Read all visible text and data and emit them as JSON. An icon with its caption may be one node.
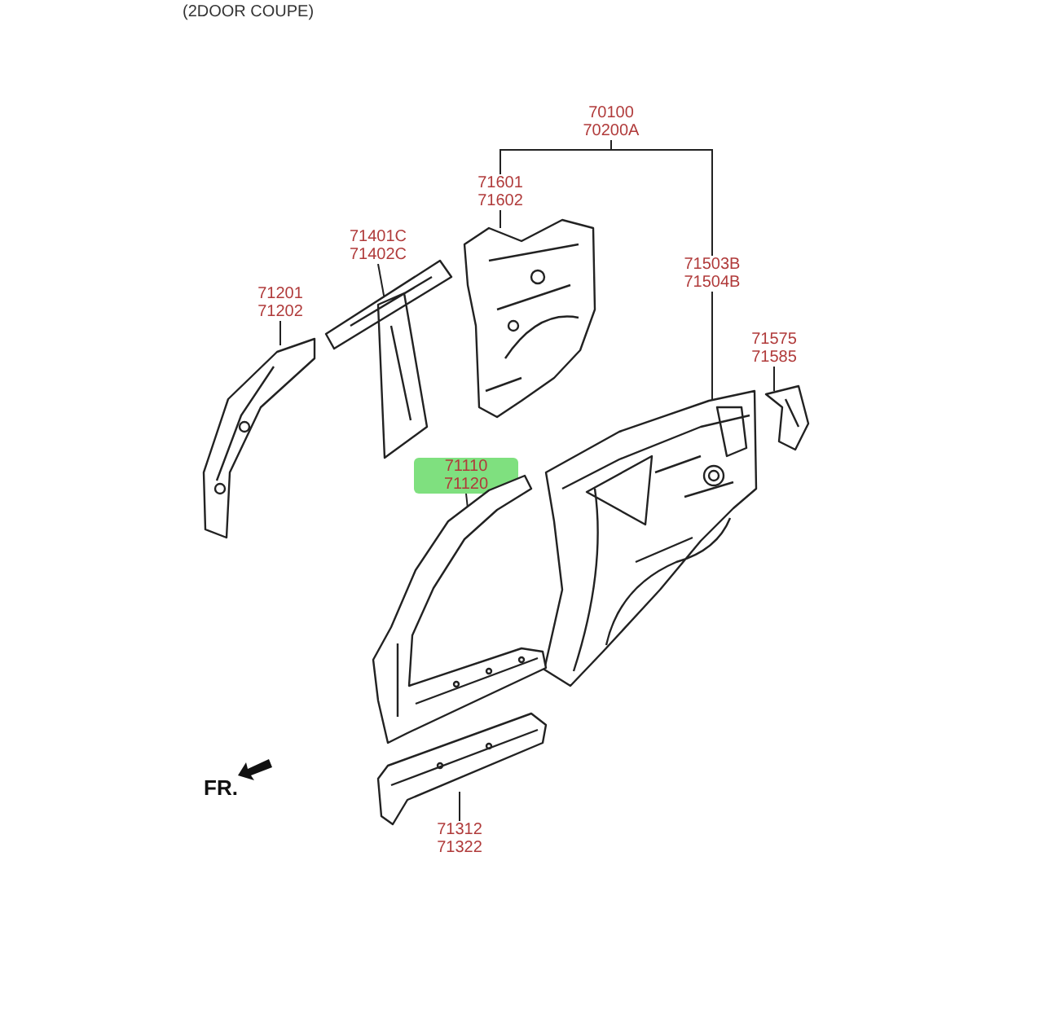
{
  "diagram": {
    "nodes": [
      {
        "text": [
          "70100 70200A"
        ]
      },
      {
        "text": [
          "71601 71602"
        ]
      },
      {
        "text": [
          "71401C 71402C"
        ]
      },
      {
        "text": [
          "71201 71202"
        ]
      },
      {
        "text": [
          "71503B 71504B"
        ]
      },
      {
        "text": [
          "71575 71585"
        ]
      },
      {
        "text": [
          "71110 71120"
        ]
      },
      {
        "text": [
          "71312 71322"
        ]
      },
      {
        "text": [],
        "shape": "picture"
      },
      {
        "text": [],
        "shape": "picture"
      },
      {
        "text": [],
        "shape": "picture"
      },
      {
        "text": [],
        "shape": "picture"
      },
      {
        "text": [],
        "shape": "picture"
      },
      {
        "text": [],
        "shape": "picture"
      },
      {
        "text": [],
        "shape": "picture"
      }
    ],
    "edges": [
      {
        "from": 0,
        "to": 1,
        "arrow": "none"
      },
      {
        "from": 0,
        "to": 11,
        "arrow": "none"
      },
      {
        "from": 4,
        "to": 11,
        "arrow": "none"
      },
      {
        "from": 1,
        "to": 8,
        "arrow": "none"
      },
      {
        "from": 2,
        "to": 9,
        "arrow": "none"
      },
      {
        "from": 3,
        "to": 10,
        "arrow": "none"
      },
      {
        "from": 5,
        "to": 12,
        "arrow": "none"
      },
      {
        "from": 6,
        "to": 13,
        "arrow": "none"
      },
      {
        "from": 7,
        "to": 14,
        "arrow": "none"
      }
    ],
    "labels": [
      "(2DOOR COUPE)",
      "FR."
    ]
  }
}
